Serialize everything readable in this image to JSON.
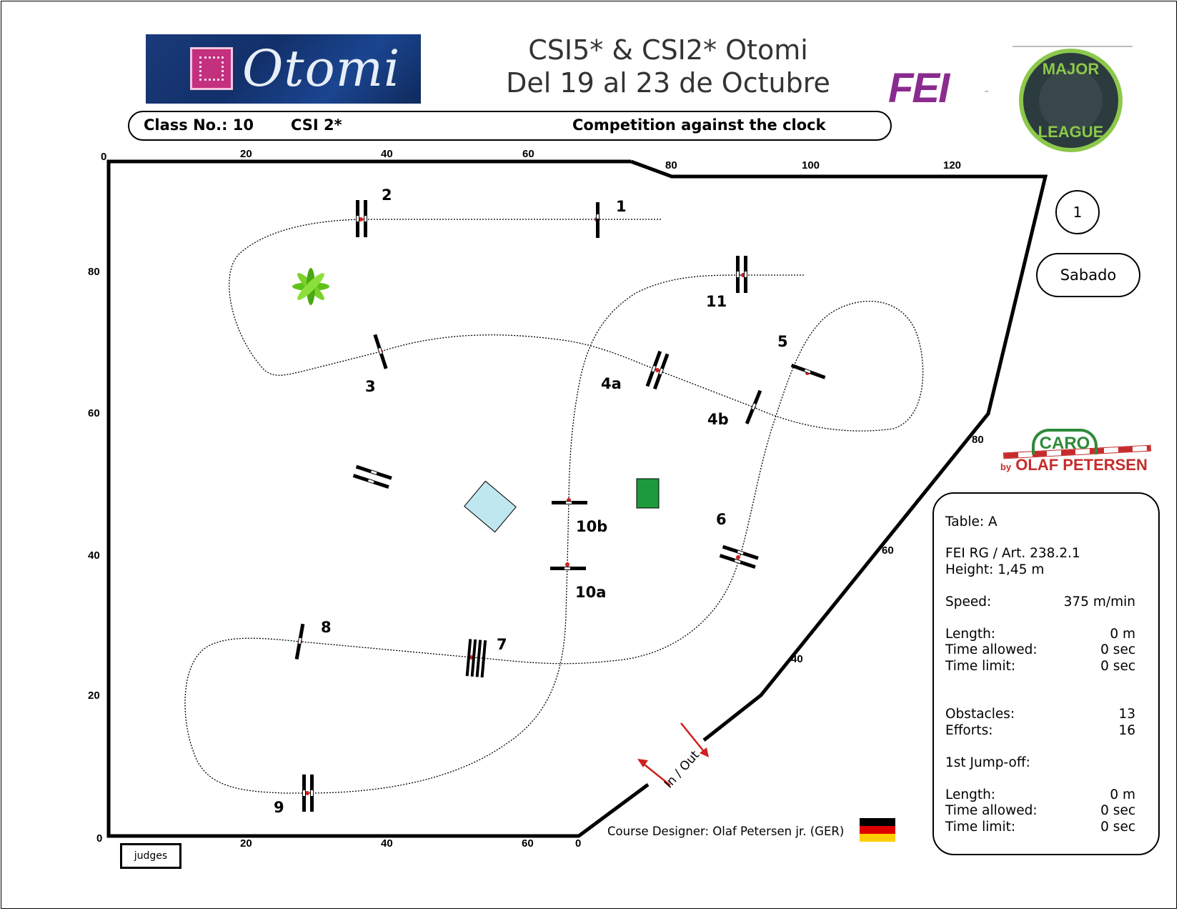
{
  "header": {
    "sponsor_logo": "Otomi",
    "title_line1": "CSI5* & CSI2* Otomi",
    "title_line2": "Del 19 al 23 de Octubre",
    "fei_logo": "FEI",
    "fei_tm": "™",
    "major_league_top": "MAJOR",
    "major_league_bottom": "LEAGUE"
  },
  "classbar": {
    "class_no": "Class No.: 10",
    "level": "CSI 2*",
    "competition": "Competition against the clock"
  },
  "axes": {
    "top_ticks": [
      "0",
      "20",
      "40",
      "60",
      "80",
      "100",
      "120"
    ],
    "left_ticks": [
      "80",
      "60",
      "40",
      "20",
      "0"
    ],
    "bottom_ticks": [
      "20",
      "40",
      "60",
      "0"
    ],
    "diagonal_ticks": [
      "80",
      "60",
      "40"
    ]
  },
  "obstacle_labels": [
    "1",
    "2",
    "3",
    "4a",
    "4b",
    "5",
    "6",
    "7",
    "8",
    "9",
    "10a",
    "10b",
    "11"
  ],
  "gate": {
    "label": "In / Out",
    "arrow_color": "#e02020"
  },
  "page_number": "1",
  "day": "Sabado",
  "sponsor2": {
    "brand": "CARO",
    "by_prefix": "by",
    "by_name": "OLAF PETERSEN"
  },
  "info": {
    "table_label": "Table:",
    "table_value": "A",
    "rule": "FEI RG / Art. 238.2.1",
    "height_label": "Height:",
    "height_value": "1,45  m",
    "speed_label": "Speed:",
    "speed_value": "375  m/min",
    "length_label": "Length:",
    "length_value": "0    m",
    "time_allowed_label": "Time allowed:",
    "time_allowed_value": "0  sec",
    "time_limit_label": "Time limit:",
    "time_limit_value": "0  sec",
    "obstacles_label": "Obstacles:",
    "obstacles_value": "13",
    "efforts_label": "Efforts:",
    "efforts_value": "16",
    "jumpoff_label": "1st Jump-off:",
    "jo_length_label": "Length:",
    "jo_length_value": "0    m",
    "jo_time_allowed_label": "Time allowed:",
    "jo_time_allowed_value": "0  sec",
    "jo_time_limit_label": "Time limit:",
    "jo_time_limit_value": "0  sec"
  },
  "judges": "judges",
  "designer": "Course Designer: Olaf Petersen jr. (GER)",
  "flag_colors": [
    "#000000",
    "#dd0000",
    "#ffce00"
  ],
  "colors": {
    "fei_purple": "#8a2b8f",
    "arrow_red": "#d02020",
    "water": "#bfe7f0",
    "plant": "#5fc21a",
    "green_box": "#1d9a3c"
  }
}
